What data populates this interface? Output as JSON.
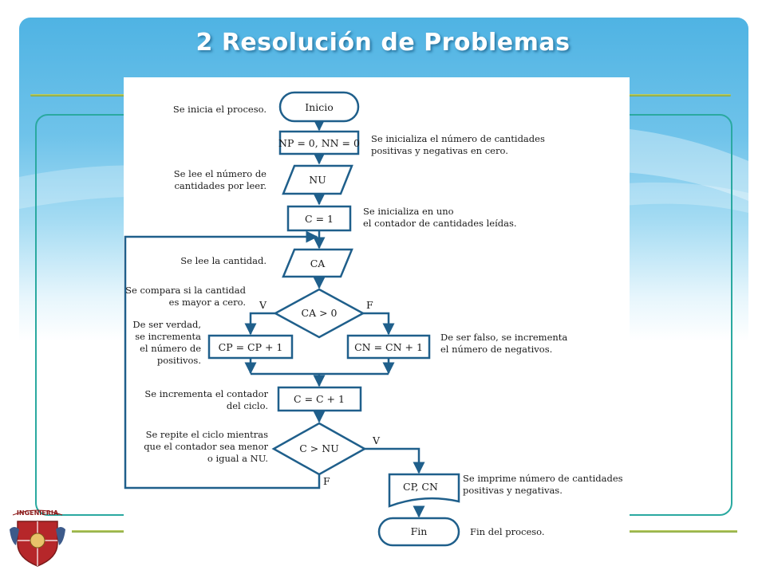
{
  "slide": {
    "title": "2 Resolución de Problemas",
    "logo_text": "INGENIERIA"
  },
  "colors": {
    "frame_top": "#4fb3e3",
    "title_rule": "#9cba4a",
    "box_border": "#2aa9a0",
    "shape_stroke": "#1f5f8b",
    "arrow": "#1f5f8b"
  },
  "flowchart": {
    "nodes": {
      "inicio": "Inicio",
      "init": "NP = 0, NN = 0",
      "read_nu": "NU",
      "set_c": "C = 1",
      "read_ca": "CA",
      "cond_ca": "CA > 0",
      "cp": "CP = CP + 1",
      "cn": "CN = CN + 1",
      "inc_c": "C = C + 1",
      "cond_c": "C > NU",
      "output": "CP, CN",
      "fin": "Fin"
    },
    "labels": {
      "v1": "V",
      "f1": "F",
      "v2": "V",
      "f2": "F"
    },
    "notes": {
      "inicio": [
        "Se inicia el proceso."
      ],
      "init": [
        "Se inicializa el número de cantidades",
        "positivas y negativas en cero."
      ],
      "read_nu": [
        "Se lee el número de",
        "cantidades por leer."
      ],
      "set_c": [
        "Se inicializa en uno",
        "el contador de cantidades leídas."
      ],
      "read_ca": [
        "Se lee la cantidad."
      ],
      "cond_ca": [
        "Se compara si la cantidad",
        "es mayor a cero."
      ],
      "cp": [
        "De ser verdad,",
        "se incrementa",
        "el número de",
        "positivos."
      ],
      "cn": [
        "De ser falso, se incrementa",
        "el número de negativos."
      ],
      "inc_c": [
        "Se incrementa el contador",
        "del ciclo."
      ],
      "cond_c": [
        "Se repite el ciclo mientras",
        "que el contador sea menor",
        "o igual a NU."
      ],
      "output": [
        "Se imprime número de cantidades",
        "positivas y negativas."
      ],
      "fin": [
        "Fin del proceso."
      ]
    }
  }
}
